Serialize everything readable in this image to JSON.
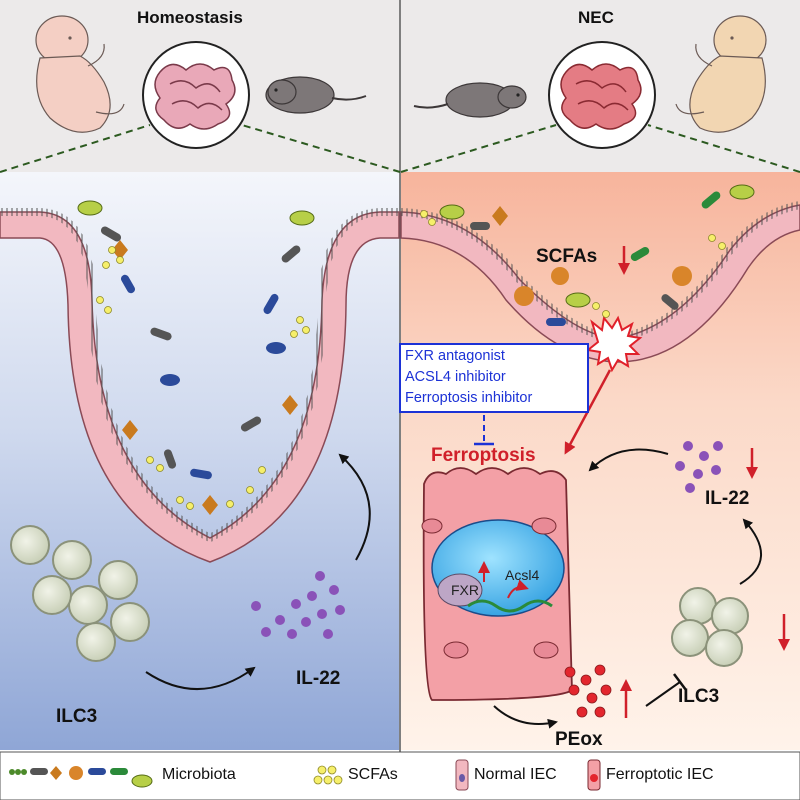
{
  "panels": {
    "left": {
      "title": "Homeostasis",
      "cell_label": "ILC3",
      "cytokine_label": "IL-22"
    },
    "right": {
      "title": "NEC",
      "scfa_label": "SCFAs",
      "ferroptosis_label": "Ferroptosis",
      "cytokine_label": "IL-22",
      "cell_label": "ILC3",
      "lipid_label": "PEox",
      "gene_fxr": "FXR",
      "gene_acsl4": "Acsl4",
      "inhibitors": [
        "FXR antagonist",
        "ACSL4 inhibitor",
        "Ferroptosis inhibitor"
      ]
    }
  },
  "legend": {
    "microbiota": "Microbiota",
    "scfas": "SCFAs",
    "normal_iec": "Normal IEC",
    "ferroptotic_iec": "Ferroptotic IEC"
  },
  "colors": {
    "accent_red": "#d0202a",
    "inhibitor_blue": "#1c32d6",
    "il22_purple": "#8a52b8",
    "epithelium_pink": "#f2b8c0",
    "homeostasis_bg": "#9eb3dd",
    "nec_bg": "#f6b9a2"
  }
}
